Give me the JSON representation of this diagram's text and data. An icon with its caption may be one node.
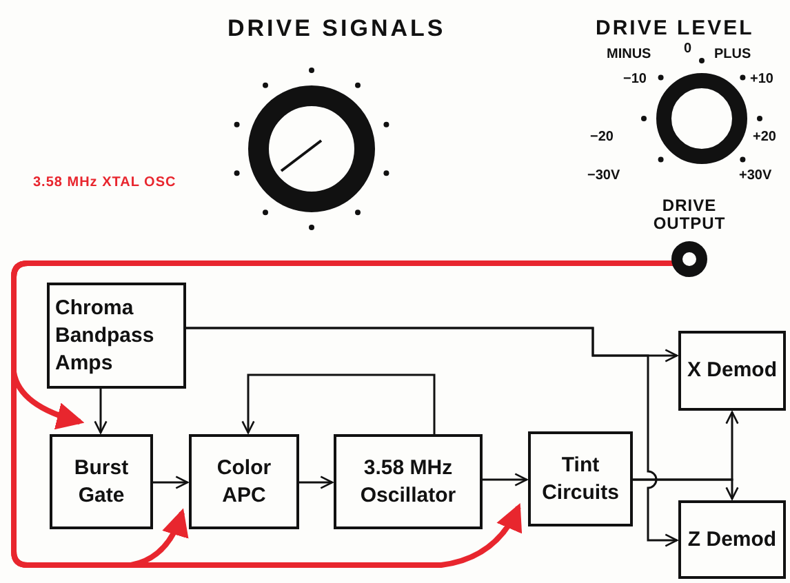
{
  "diagram": {
    "nodes": [
      {
        "text": [
          "Chroma Bandpass Amps"
        ]
      },
      {
        "text": [
          "Burst Gate"
        ]
      },
      {
        "text": [
          "Color APC"
        ]
      },
      {
        "text": [
          "3.58 MHz Oscillator"
        ]
      },
      {
        "text": [
          "Tint Circuits"
        ]
      },
      {
        "text": [
          "X Demod"
        ]
      },
      {
        "text": [
          "Z Demod"
        ]
      },
      {
        "text": [
          "DRIVE OUTPUT"
        ]
      }
    ],
    "edges": [
      {
        "from": 0,
        "to": 1,
        "arrow": "to"
      },
      {
        "from": 0,
        "to": 5,
        "arrow": "to"
      },
      {
        "from": 0,
        "to": 6,
        "arrow": "to"
      },
      {
        "from": 1,
        "to": 2,
        "arrow": "to"
      },
      {
        "from": 2,
        "to": 3,
        "arrow": "to"
      },
      {
        "from": 3,
        "to": 2,
        "arrow": "to"
      },
      {
        "from": 3,
        "to": 4,
        "arrow": "to"
      },
      {
        "from": 4,
        "to": 5,
        "arrow": "to"
      },
      {
        "from": 4,
        "to": 6,
        "arrow": "to"
      },
      {
        "from": 7,
        "to": 1,
        "arrow": "to",
        "style": "thick",
        "color": "#e8262e"
      },
      {
        "from": 7,
        "to": 2,
        "arrow": "to",
        "style": "thick",
        "color": "#e8262e"
      },
      {
        "from": 7,
        "to": 4,
        "arrow": "to",
        "style": "thick",
        "color": "#e8262e"
      }
    ],
    "labels": [
      "DRIVE SIGNALS",
      "3.58 MHz XTAL OSC",
      "DRIVE LEVEL",
      "MINUS",
      "0",
      "PLUS",
      "−10",
      "+10",
      "−20",
      "+20",
      "−30V",
      "+30V"
    ]
  }
}
